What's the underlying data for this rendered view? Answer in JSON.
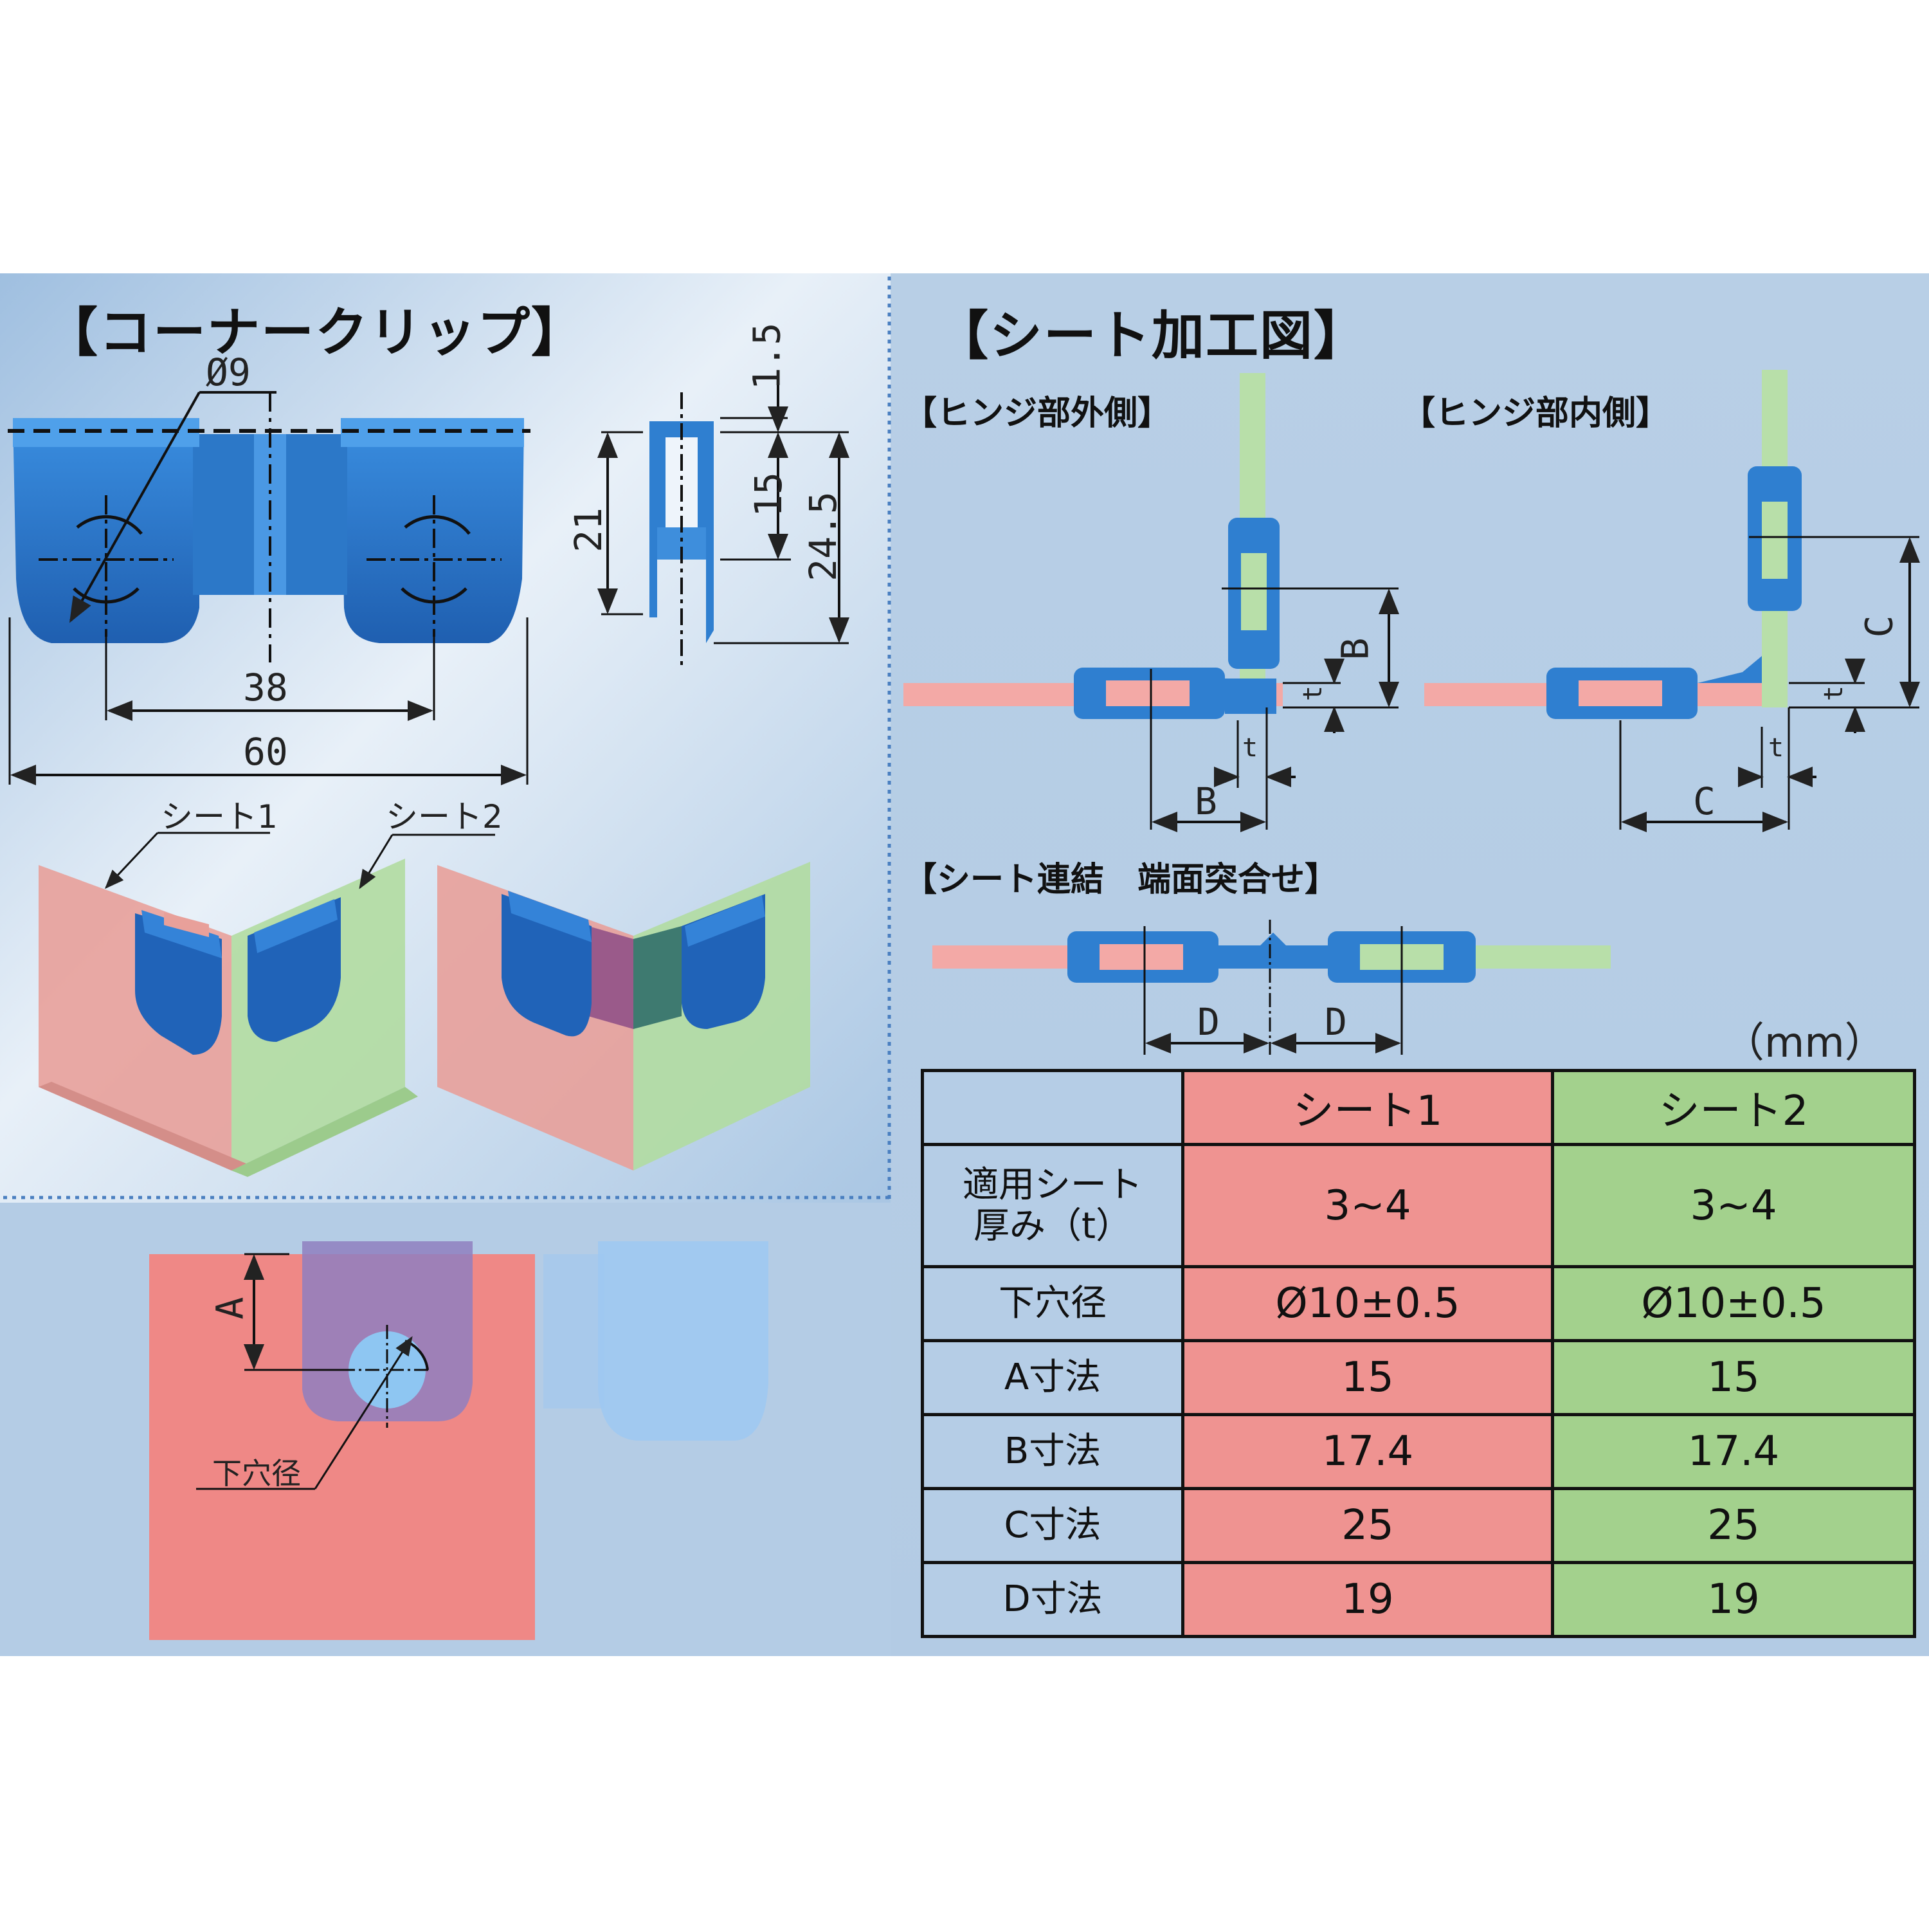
{
  "titles": {
    "corner_clip": "【コーナークリップ】",
    "sheet_processing": "【シート加工図】",
    "hinge_outer": "【ヒンジ部外側】",
    "hinge_inner": "【ヒンジ部内側】",
    "sheet_joint": "【シート連結　端面突合せ】"
  },
  "dimensions": {
    "phi9": "Ø9",
    "d38": "38",
    "d60": "60",
    "d1_5": "1.5",
    "d15": "15",
    "d21": "21",
    "d24_5": "24.5",
    "B": "B",
    "C": "C",
    "D": "D",
    "A": "A",
    "t": "t"
  },
  "labels": {
    "sheet1": "シート1",
    "sheet2": "シート2",
    "pilot_hole": "下穴径",
    "unit": "（mm）"
  },
  "table": {
    "headers": [
      "",
      "シート1",
      "シート2"
    ],
    "rows": [
      {
        "label": "適用シート\n厚み（t）",
        "s1": "3~4",
        "s2": "3~4"
      },
      {
        "label": "下穴径",
        "s1": "Ø10±0.5",
        "s2": "Ø10±0.5"
      },
      {
        "label": "A寸法",
        "s1": "15",
        "s2": "15"
      },
      {
        "label": "B寸法",
        "s1": "17.4",
        "s2": "17.4"
      },
      {
        "label": "C寸法",
        "s1": "25",
        "s2": "25"
      },
      {
        "label": "D寸法",
        "s1": "19",
        "s2": "19"
      }
    ]
  },
  "colors": {
    "clip_blue": "#2f7fd0",
    "sheet1_pink": "#ef9391",
    "sheet2_green": "#a3d18d",
    "panel_bg": "#b5cde6"
  }
}
